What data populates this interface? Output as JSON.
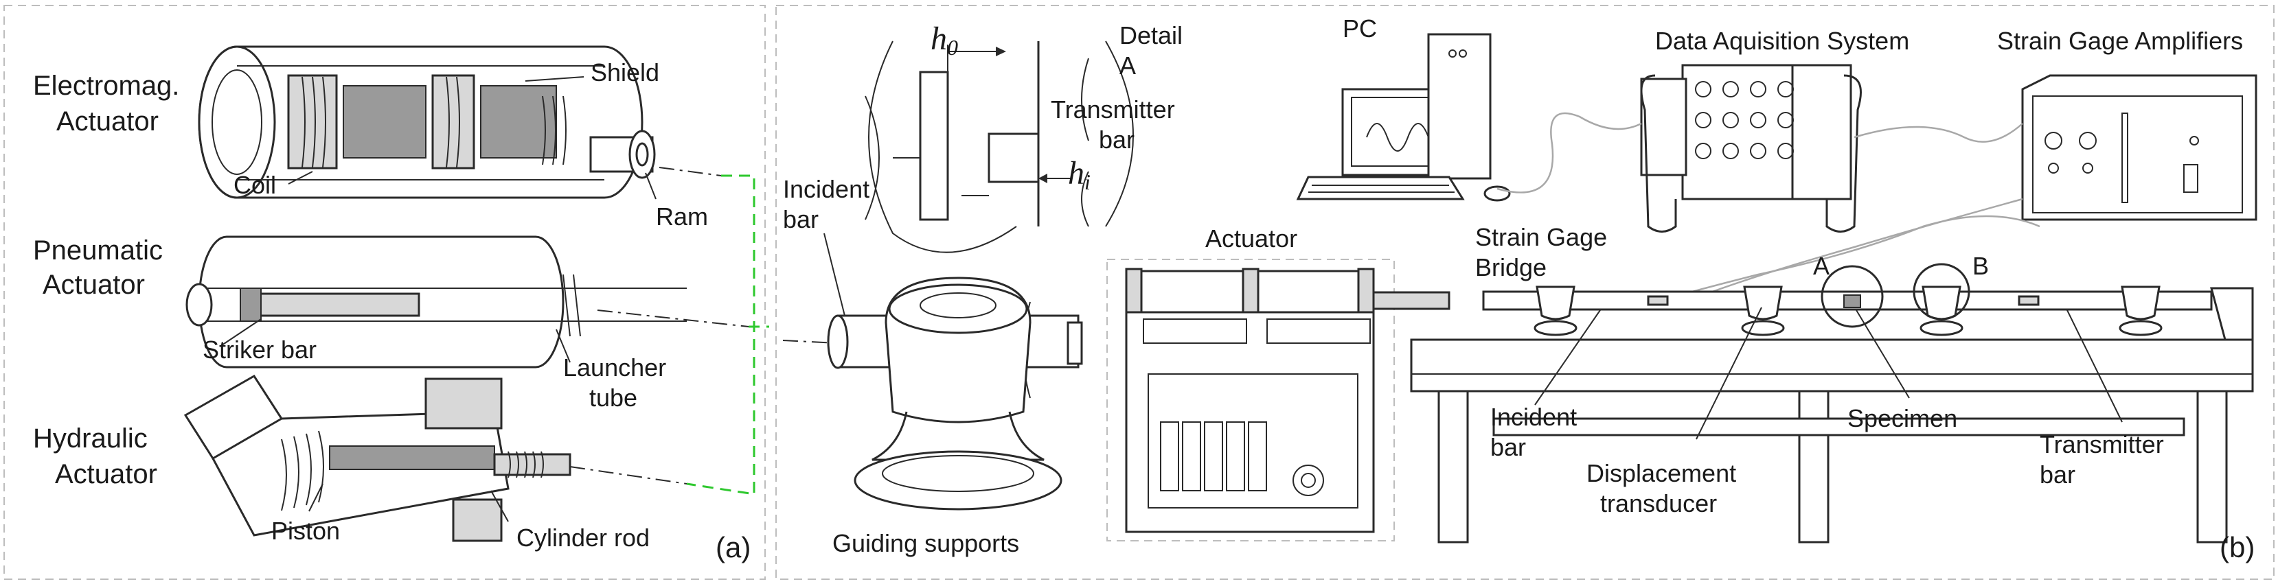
{
  "panel_a": {
    "tag": "(a)",
    "electromag_title_1": "Electromag.",
    "electromag_title_2": "Actuator",
    "shield": "Shield",
    "coil": "Coil",
    "ram": "Ram",
    "pneumatic_title_1": "Pneumatic",
    "pneumatic_title_2": "Actuator",
    "striker_bar": "Striker bar",
    "launcher_1": "Launcher",
    "launcher_2": "tube",
    "hydraulic_title_1": "Hydraulic",
    "hydraulic_title_2": "Actuator",
    "piston": "Piston",
    "cylinder_rod": "Cylinder rod"
  },
  "panel_b": {
    "tag": "(b)",
    "h0_sym": "h",
    "h0_sub": "0",
    "hi_sym": "h",
    "hi_sub": "i",
    "detail_1": "Detail",
    "detail_2": "A",
    "transmitter_detail_1": "Transmitter",
    "transmitter_detail_2": "bar",
    "incident_detail_1": "Incident",
    "incident_detail_2": "bar",
    "guiding_supports": "Guiding supports",
    "actuator": "Actuator",
    "pc": "PC",
    "daq": "Data Aquisition System",
    "amplifiers": "Strain Gage Amplifiers",
    "bridge_1": "Strain Gage",
    "bridge_2": "Bridge",
    "point_a": "A",
    "point_b": "B",
    "incident_1": "Incident",
    "incident_2": "bar",
    "displacement_1": "Displacement",
    "displacement_2": "transducer",
    "specimen": "Specimen",
    "transmitter_1": "Transmitter",
    "transmitter_2": "bar"
  }
}
